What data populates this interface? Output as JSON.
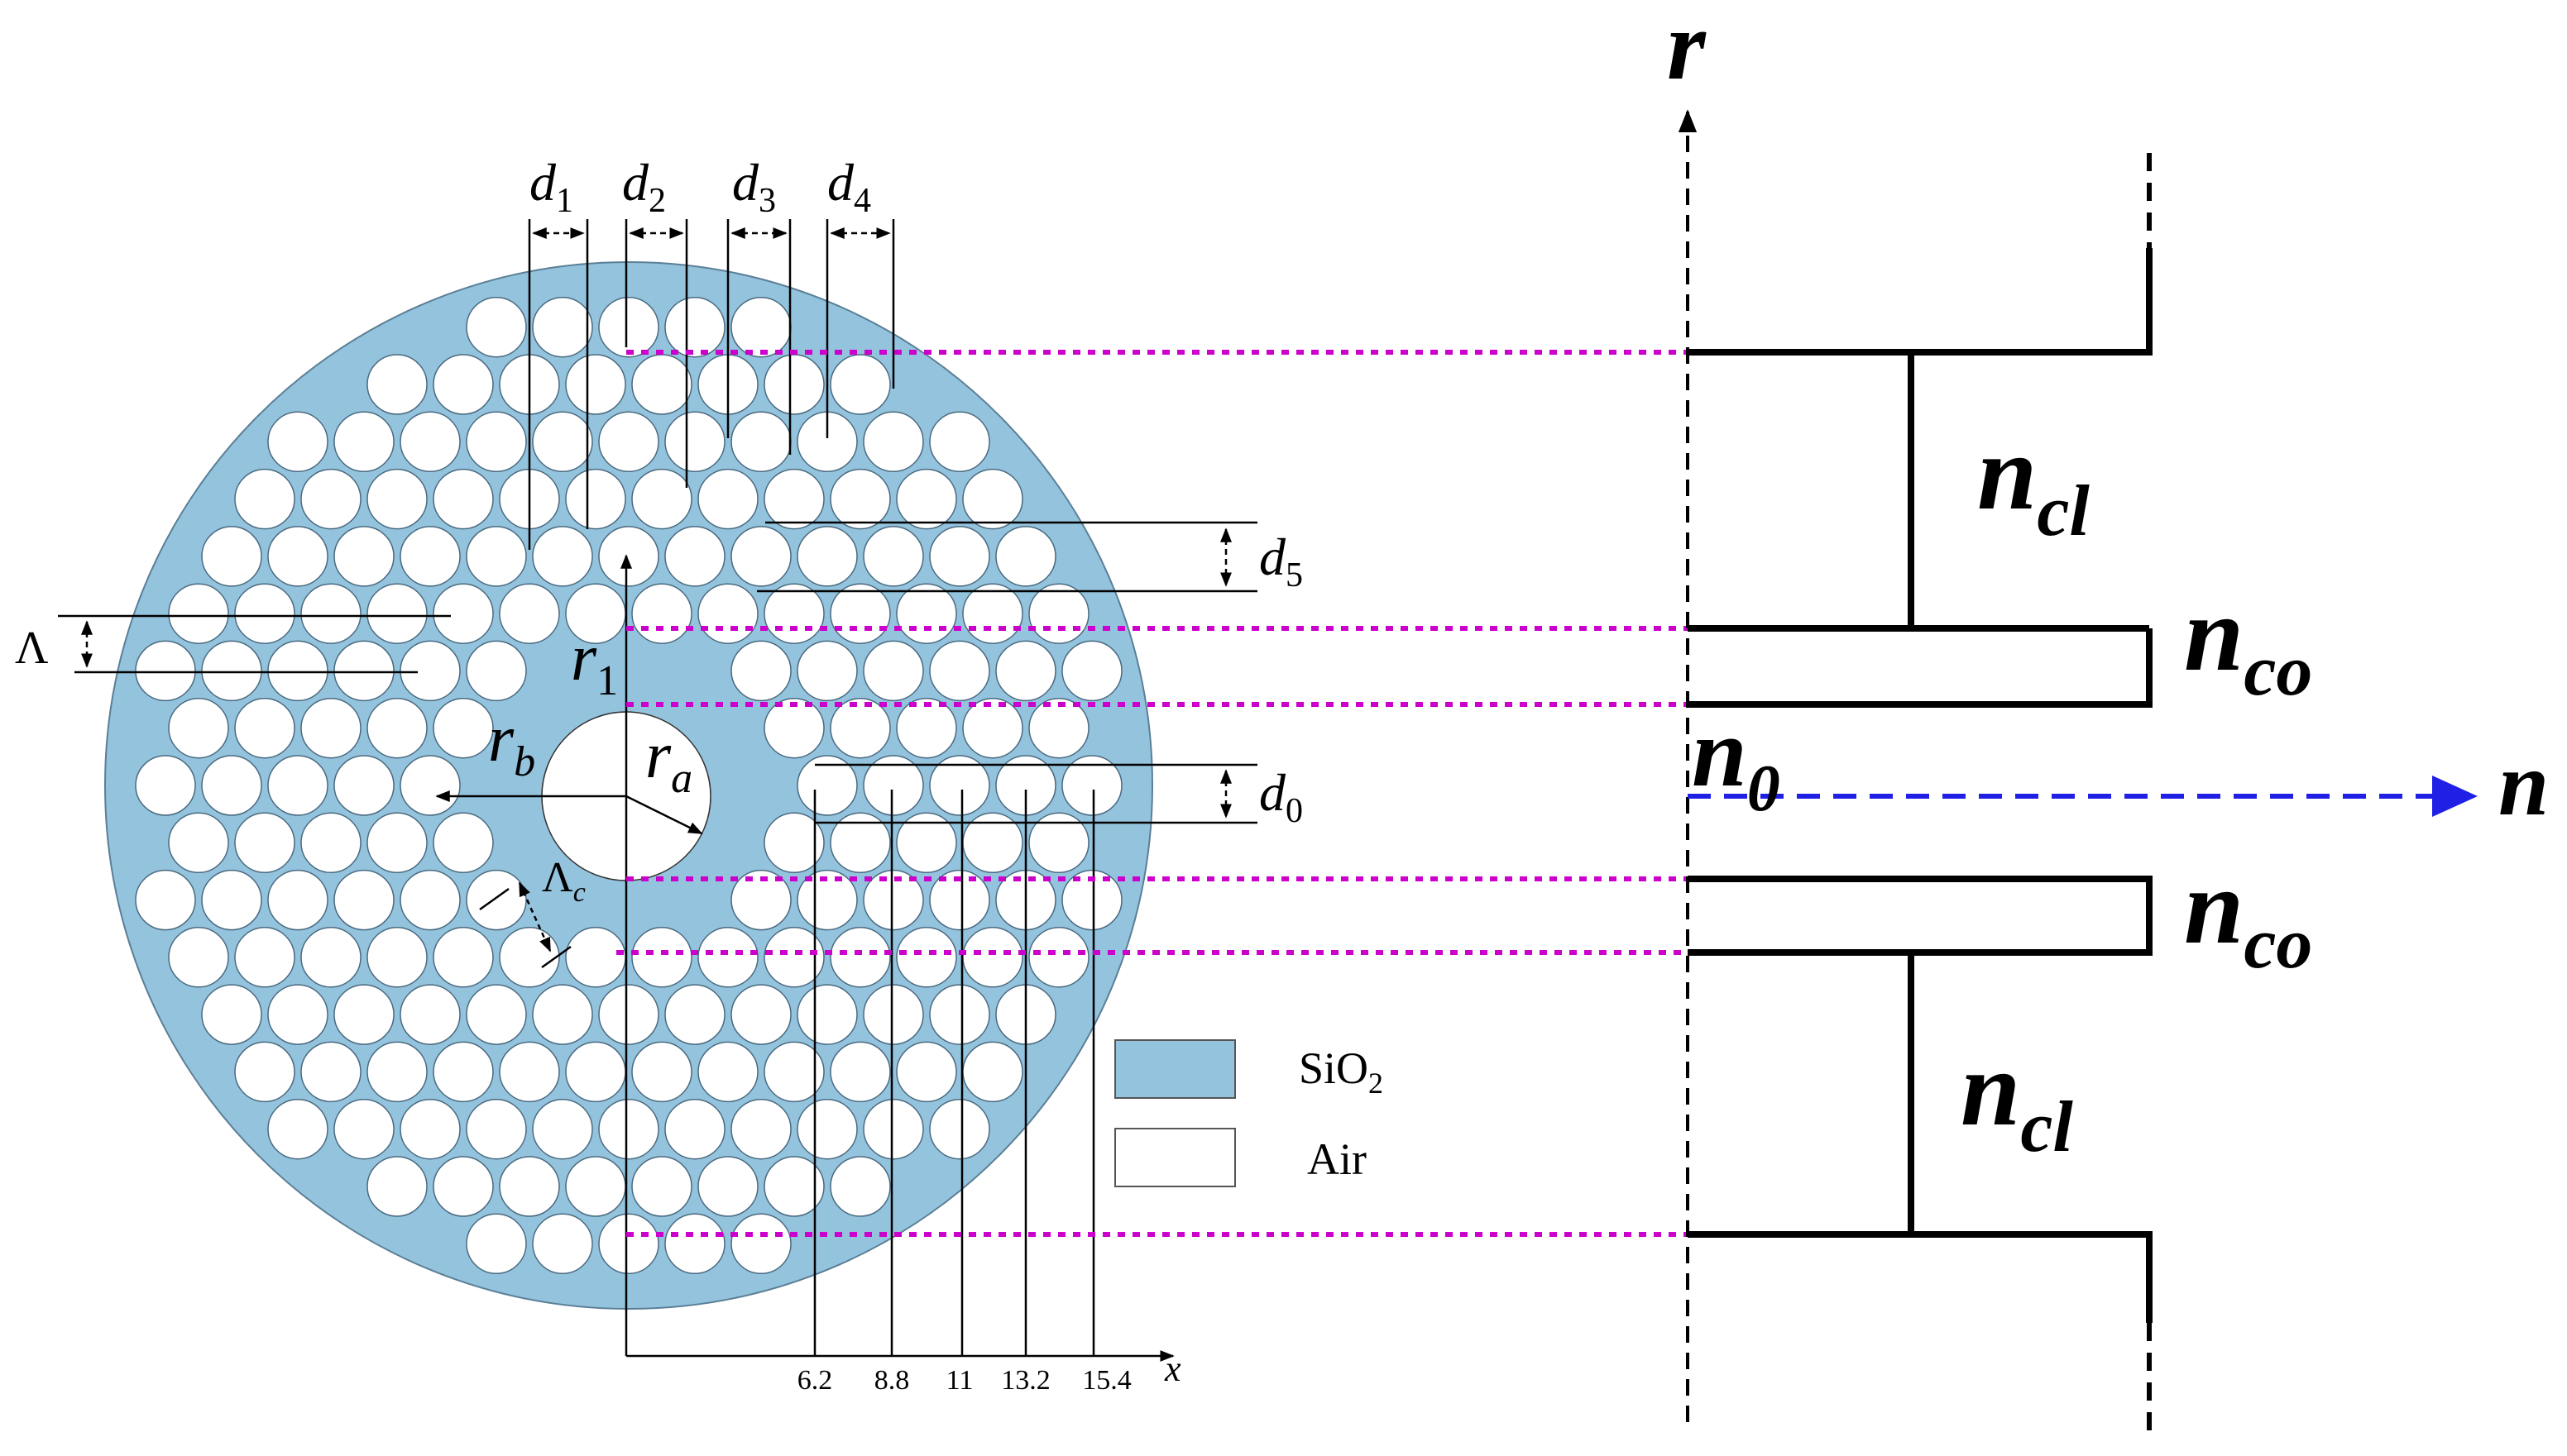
{
  "colors": {
    "silica": "#94c3dd",
    "air": "#ffffff",
    "guide_line": "#cc00cc",
    "n_axis": "#1f1fe6",
    "ink": "#000000"
  },
  "fiber": {
    "diameters": [
      {
        "base": "d",
        "sub": "1"
      },
      {
        "base": "d",
        "sub": "2"
      },
      {
        "base": "d",
        "sub": "3"
      },
      {
        "base": "d",
        "sub": "4"
      },
      {
        "base": "d",
        "sub": "5"
      },
      {
        "base": "d",
        "sub": "0"
      }
    ],
    "pitch": {
      "symbol": "Λ"
    },
    "pitch_c": {
      "base": "Λ",
      "sub": "c"
    },
    "radii": [
      {
        "base": "r",
        "sub": "1"
      },
      {
        "base": "r",
        "sub": "b"
      },
      {
        "base": "r",
        "sub": "a"
      }
    ],
    "x_axis": {
      "label": "x",
      "ticks": [
        "6.2",
        "8.8",
        "11",
        "13.2",
        "15.4"
      ]
    },
    "legend": [
      {
        "label_main": "SiO",
        "label_sub": "2",
        "color": "#94c3dd"
      },
      {
        "label_main": "Air",
        "label_sub": "",
        "color": "#ffffff"
      }
    ]
  },
  "profile": {
    "r_axis_label": "r",
    "n_axis_label": "n",
    "n0": {
      "base": "n",
      "sub": "0"
    },
    "regions": [
      {
        "base": "n",
        "sub": "cl"
      },
      {
        "base": "n",
        "sub": "co"
      },
      {
        "base": "n",
        "sub": "co"
      },
      {
        "base": "n",
        "sub": "cl"
      }
    ]
  }
}
